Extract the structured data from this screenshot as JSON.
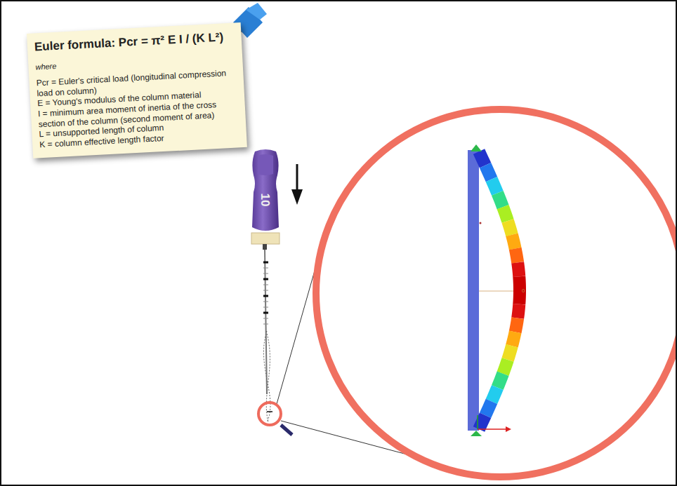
{
  "diagram": {
    "nodes": [
      {
        "text": [
          "Euler formula: Pcr = π² E I / (K L²)",
          "where",
          "Pcr = Euler's critical load (longitudinal compression load on column)",
          "E = Young's modulus of the column material",
          "I = minimum area moment of inertia of the cross section of the column (second moment of area)",
          "L = unsupported length of column",
          "K = column effective length factor"
        ]
      },
      {
        "text": [
          "10"
        ]
      }
    ],
    "labels": [
      "0"
    ]
  }
}
